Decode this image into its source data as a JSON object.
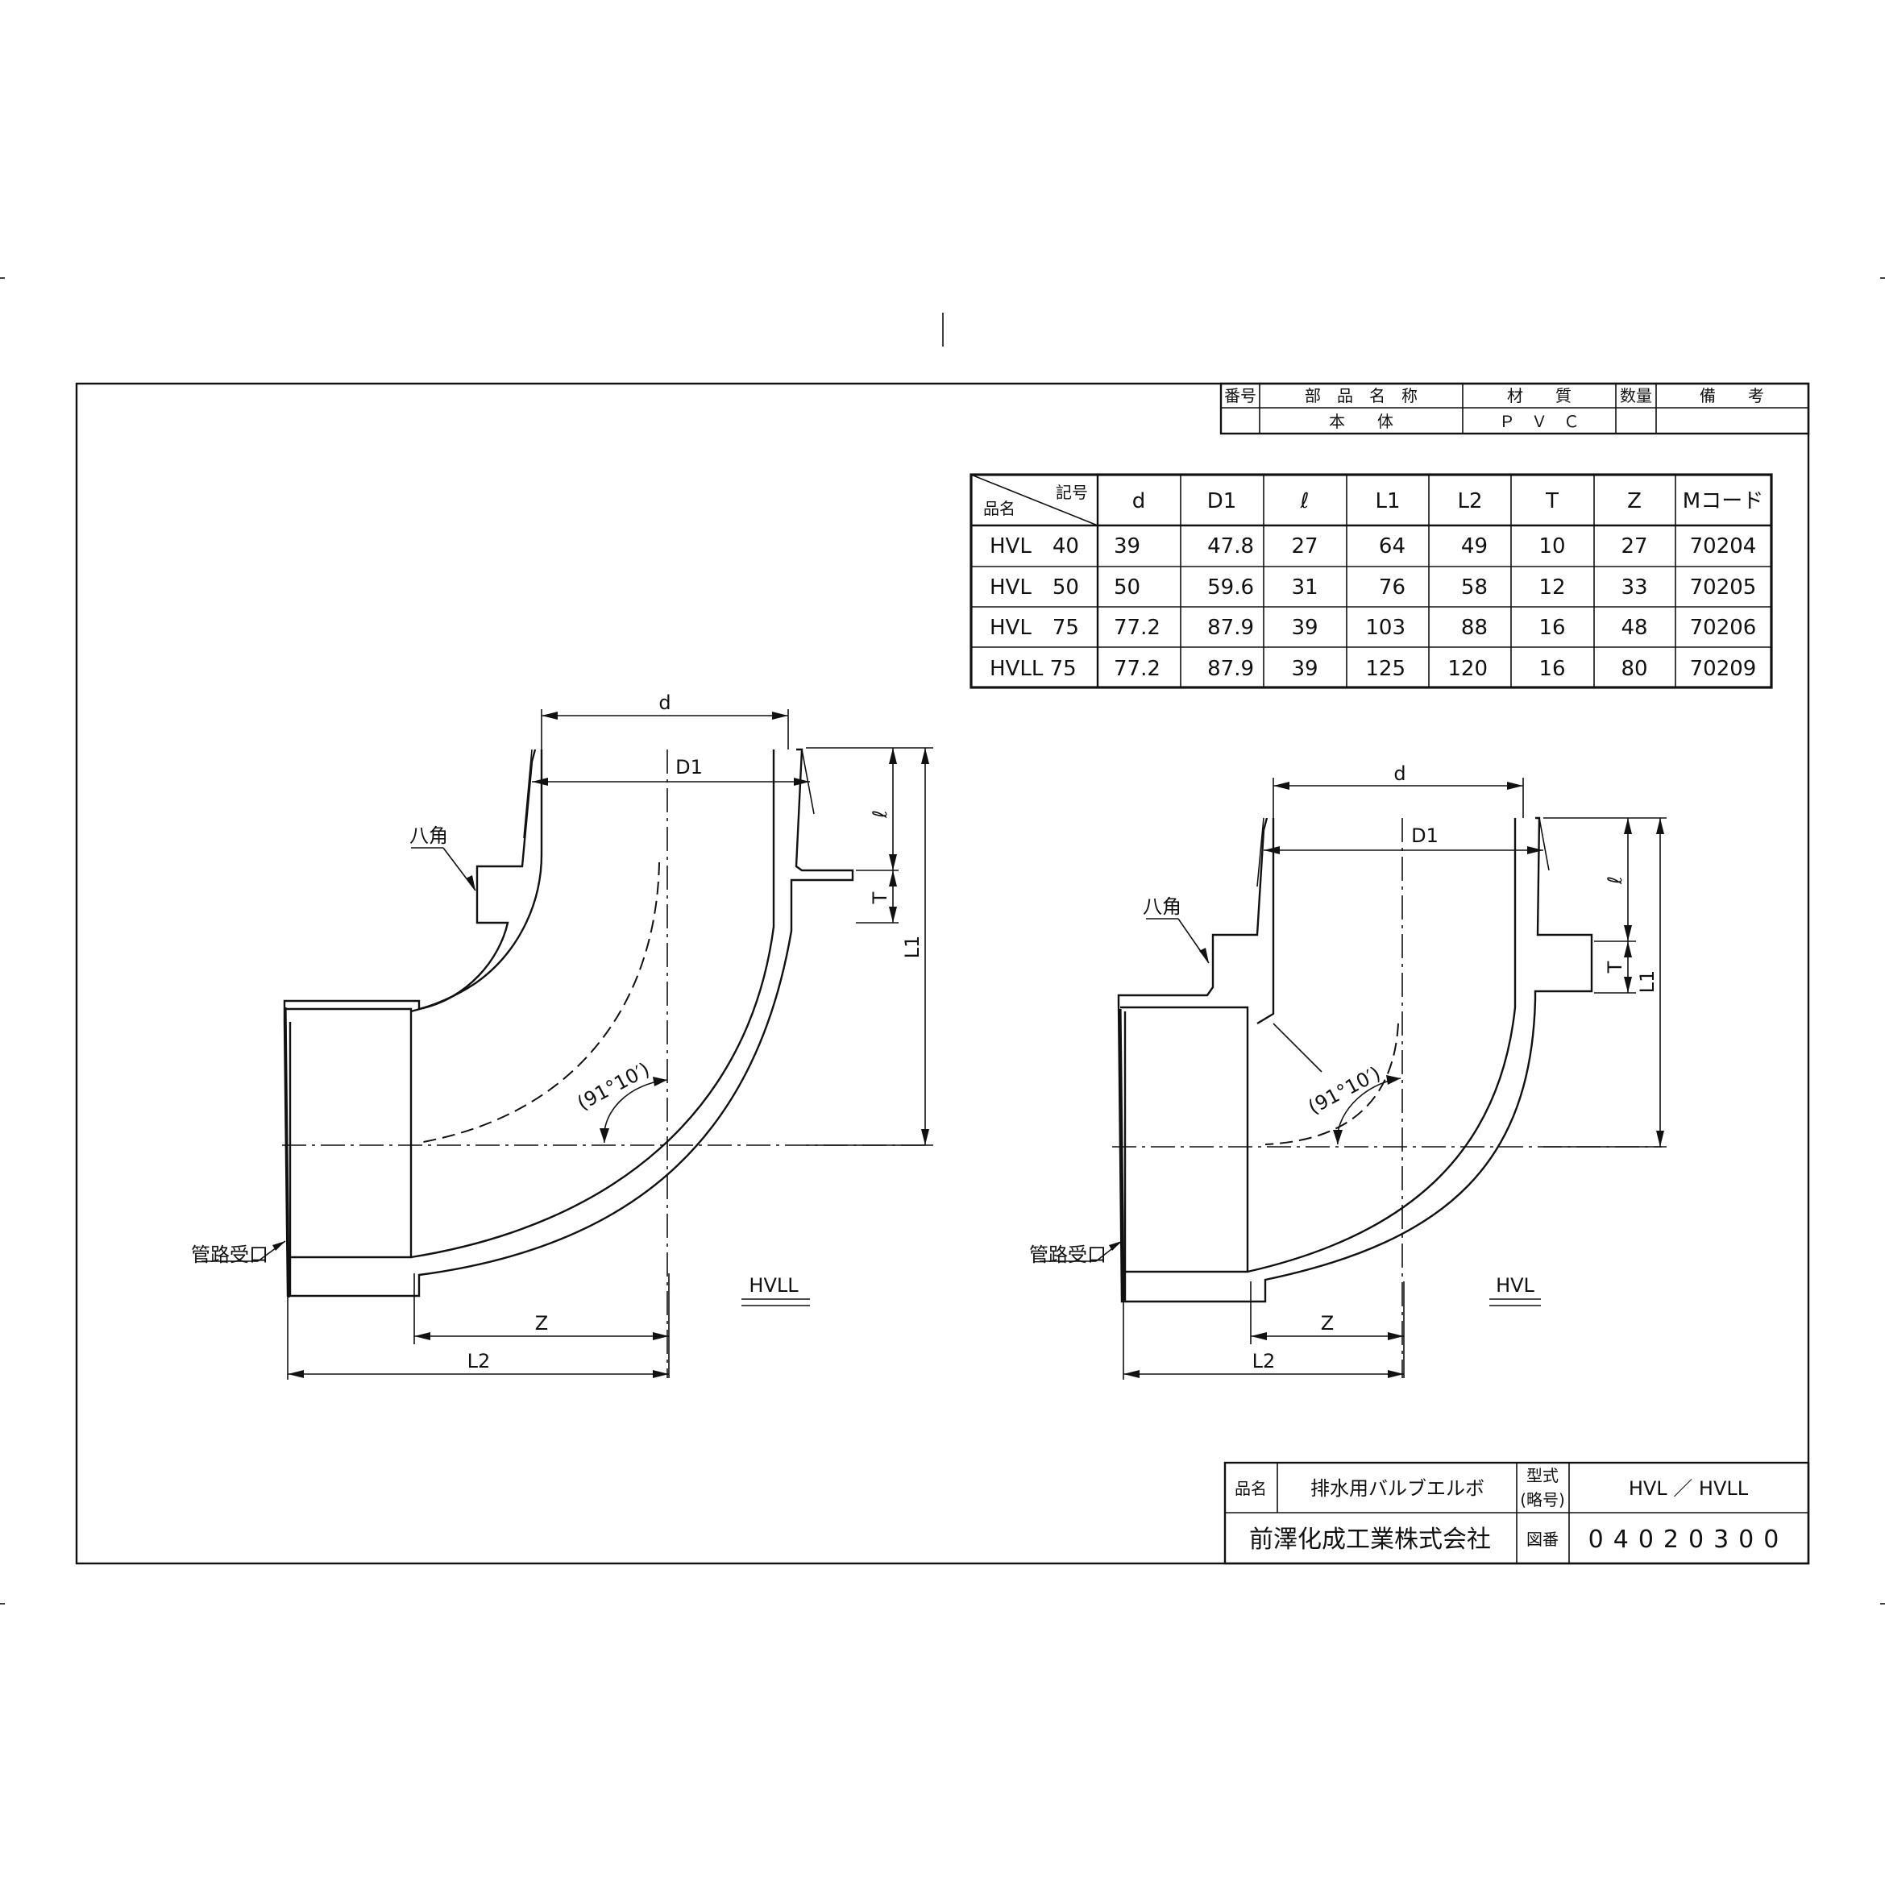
{
  "parts_table": {
    "headers": [
      "番号",
      "部　品　名　称",
      "材　　質",
      "数量",
      "備　　考"
    ],
    "row": [
      "",
      "本　　体",
      "Ｐ　Ｖ　Ｃ",
      "",
      ""
    ]
  },
  "dim_table": {
    "corner_top": "記号",
    "corner_bottom": "品名",
    "headers": [
      "d",
      "D1",
      "ℓ",
      "L1",
      "L2",
      "T",
      "Z",
      "Mコード"
    ],
    "rows": [
      [
        "HVL　40",
        "39",
        "47.8",
        "27",
        "64",
        "49",
        "10",
        "27",
        "70204"
      ],
      [
        "HVL　50",
        "50",
        "59.6",
        "31",
        "76",
        "58",
        "12",
        "33",
        "70205"
      ],
      [
        "HVL　75",
        "77.2",
        "87.9",
        "39",
        "103",
        "88",
        "16",
        "48",
        "70206"
      ],
      [
        "HVLL 75",
        "77.2",
        "87.9",
        "39",
        "125",
        "120",
        "16",
        "80",
        "70209"
      ]
    ]
  },
  "left_view": {
    "title": "HVLL",
    "labels": {
      "d": "d",
      "D1": "D1",
      "l": "ℓ",
      "T": "T",
      "L1": "L1",
      "L2": "L2",
      "Z": "Z",
      "angle": "(91°10′)",
      "octagon": "八角",
      "socket": "管路受口"
    }
  },
  "right_view": {
    "title": "HVL",
    "labels": {
      "d": "d",
      "D1": "D1",
      "l": "ℓ",
      "T": "T",
      "L1": "L1",
      "L2": "L2",
      "Z": "Z",
      "angle": "(91°10′)",
      "octagon": "八角",
      "socket": "管路受口"
    }
  },
  "title_block": {
    "name_label": "品名",
    "name_value": "排水用バルブエルボ",
    "type_label_1": "型式",
    "type_label_2": "(略号)",
    "type_value": "HVL ／ HVLL",
    "company": "前澤化成工業株式会社",
    "drawing_no_label": "図番",
    "drawing_no": "04020300"
  }
}
